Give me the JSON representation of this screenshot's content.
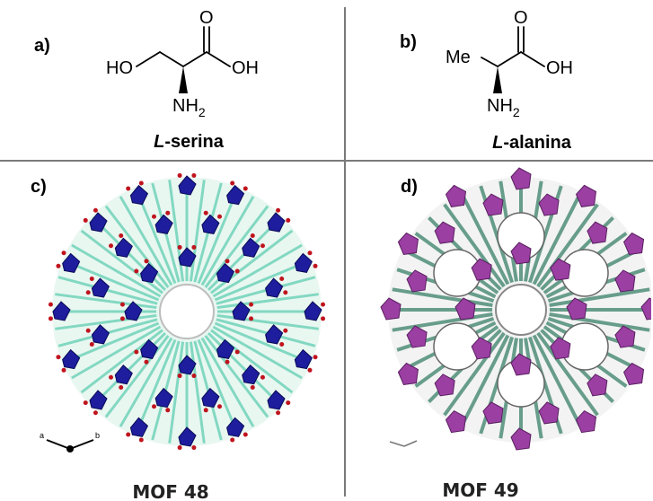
{
  "panels": {
    "a": {
      "letter": "a)",
      "atoms": {
        "oh_left": "HO",
        "o_top": "O",
        "oh_right": "OH",
        "nh": "NH",
        "sub": "2"
      },
      "caption_prefix": "L",
      "caption_suffix": "-serina"
    },
    "b": {
      "letter": "b)",
      "atoms": {
        "me": "Me",
        "o_top": "O",
        "oh_right": "OH",
        "nh": "NH",
        "sub": "2"
      },
      "caption_prefix": "L",
      "caption_suffix": "-alanina"
    },
    "c": {
      "letter": "c)",
      "label": "MOF 48",
      "axis": {
        "a": "a",
        "b": "b"
      }
    },
    "d": {
      "letter": "d)",
      "label": "MOF 49"
    }
  },
  "colors": {
    "divider": "#7a7a7a",
    "mof48_polyhedra": "#1d1d9e",
    "mof48_framework": "#2fbf9a",
    "mof49_polyhedra": "#9b3fa3",
    "mof49_framework": "#2c7a5f",
    "oxygen": "#c0141e"
  }
}
